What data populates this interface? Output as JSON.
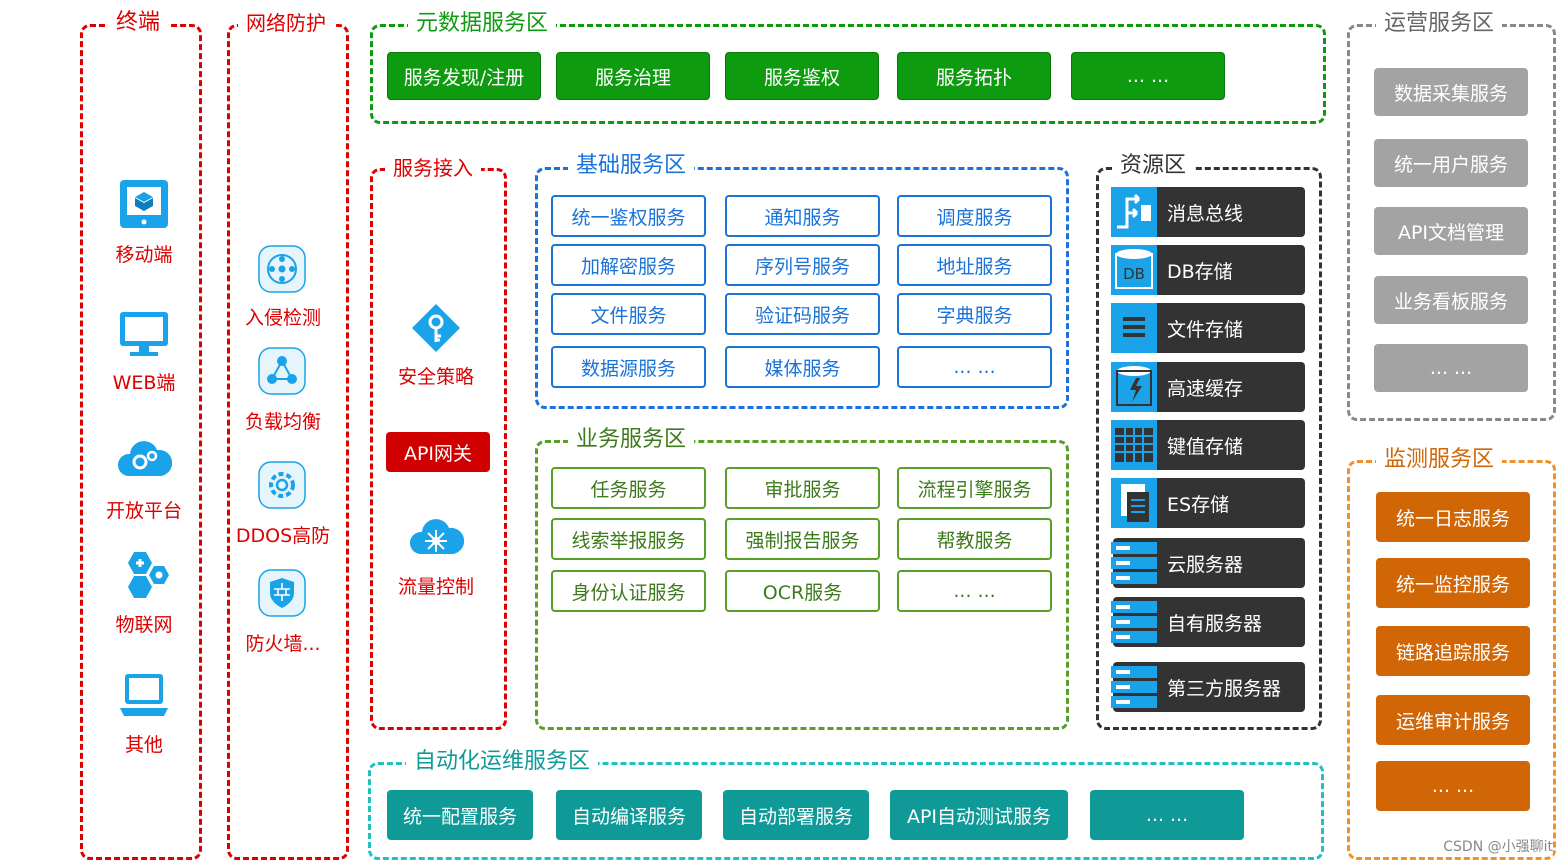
{
  "terminal": {
    "title": "终端",
    "items": [
      "移动端",
      "WEB端",
      "开放平台",
      "物联网",
      "其他"
    ]
  },
  "network": {
    "title": "网络防护",
    "items": [
      "入侵检测",
      "负载均衡",
      "DDOS高防",
      "防火墙..."
    ]
  },
  "metadata": {
    "title": "元数据服务区",
    "items": [
      "服务发现/注册",
      "服务治理",
      "服务鉴权",
      "服务拓扑",
      "... ..."
    ]
  },
  "access": {
    "title": "服务接入",
    "strategy": "安全策略",
    "gateway": "API网关",
    "flow": "流量控制"
  },
  "basic": {
    "title": "基础服务区",
    "items": [
      "统一鉴权服务",
      "通知服务",
      "调度服务",
      "加解密服务",
      "序列号服务",
      "地址服务",
      "文件服务",
      "验证码服务",
      "字典服务",
      "数据源服务",
      "媒体服务",
      "... ..."
    ]
  },
  "business": {
    "title": "业务服务区",
    "items": [
      "任务服务",
      "审批服务",
      "流程引擎服务",
      "线索举报服务",
      "强制报告服务",
      "帮教服务",
      "身份认证服务",
      "OCR服务",
      "... ..."
    ]
  },
  "resource": {
    "title": "资源区",
    "items": [
      "消息总线",
      "DB存储",
      "文件存储",
      "高速缓存",
      "键值存储",
      "ES存储",
      "云服务器",
      "自有服务器",
      "第三方服务器"
    ]
  },
  "operation": {
    "title": "运营服务区",
    "items": [
      "数据采集服务",
      "统一用户服务",
      "API文档管理",
      "业务看板服务",
      "... ..."
    ]
  },
  "monitor": {
    "title": "监测服务区",
    "items": [
      "统一日志服务",
      "统一监控服务",
      "链路追踪服务",
      "运维审计服务",
      "... ..."
    ]
  },
  "devops": {
    "title": "自动化运维服务区",
    "items": [
      "统一配置服务",
      "自动编译服务",
      "自动部署服务",
      "API自动测试服务",
      "... ..."
    ]
  },
  "watermark": "CSDN @小强聊it",
  "colors": {
    "red": "#dd0000",
    "green": "#0f9b0f",
    "blue": "#1a73d9",
    "teal": "#0f9a98",
    "gray": "#a3a3a3",
    "orange": "#d06606",
    "dark": "#333333"
  }
}
